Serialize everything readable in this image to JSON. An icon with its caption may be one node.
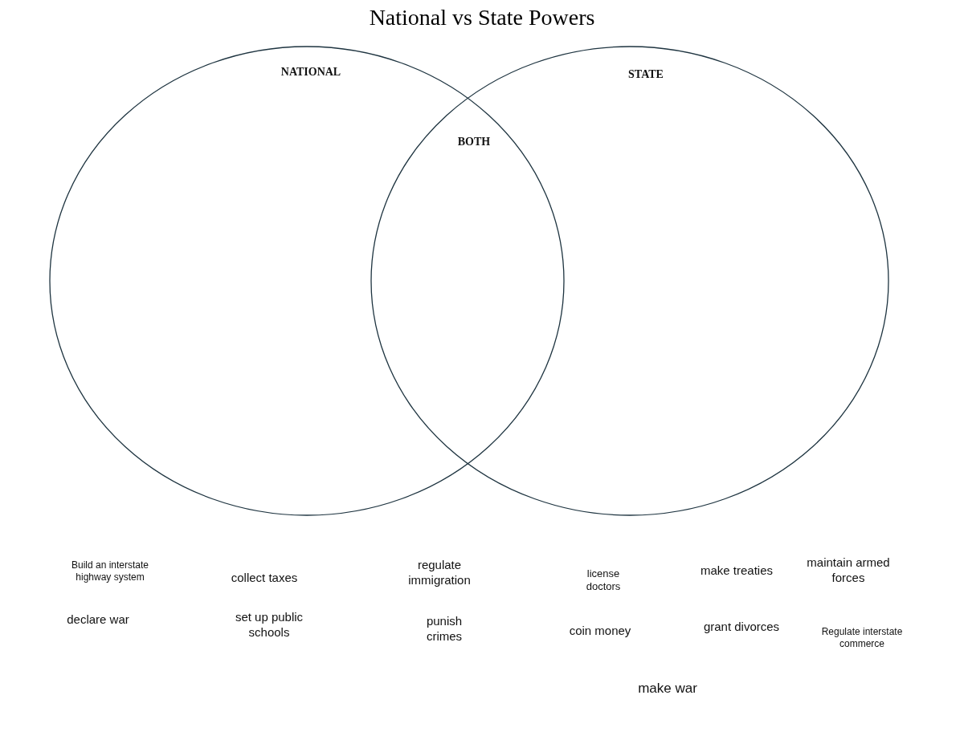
{
  "diagram": {
    "title": "National vs State Powers",
    "nodes": [
      {
        "text": [
          "NATIONAL"
        ]
      },
      {
        "text": [
          "STATE"
        ]
      }
    ],
    "labels": [
      "BOTH",
      "Build an interstate highway system",
      "collect taxes",
      "regulate immigration",
      "license doctors",
      "make treaties",
      "maintain armed forces",
      "declare war",
      "set up public schools",
      "punish crimes",
      "coin money",
      "grant divorces",
      "Regulate interstate commerce",
      "make war"
    ]
  }
}
